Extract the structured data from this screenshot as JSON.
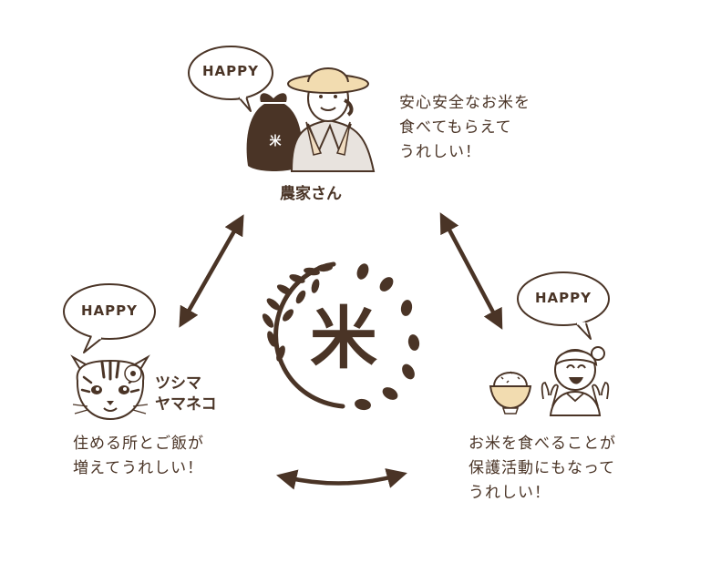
{
  "colors": {
    "ink": "#4a3426",
    "sack": "#4a3426",
    "hat": "#f2dcb0",
    "apron": "#e8e3de",
    "towel": "#f0dcc0"
  },
  "center": {
    "kanji": "米",
    "icon": "rice-plant-icon"
  },
  "nodes": {
    "farmer": {
      "bubble": "HAPPY",
      "name": "農家さん",
      "sack_label": "米",
      "message": [
        "安心安全なお米を",
        "食べてもらえて",
        "うれしい！"
      ]
    },
    "cat": {
      "bubble": "HAPPY",
      "name": [
        "ツシマ",
        "ヤマネコ"
      ],
      "message": [
        "住める所とご飯が",
        "増えてうれしい！"
      ]
    },
    "child": {
      "bubble": "HAPPY",
      "message": [
        "お米を食べることが",
        "保護活動にもなって",
        "うれしい！"
      ]
    }
  }
}
